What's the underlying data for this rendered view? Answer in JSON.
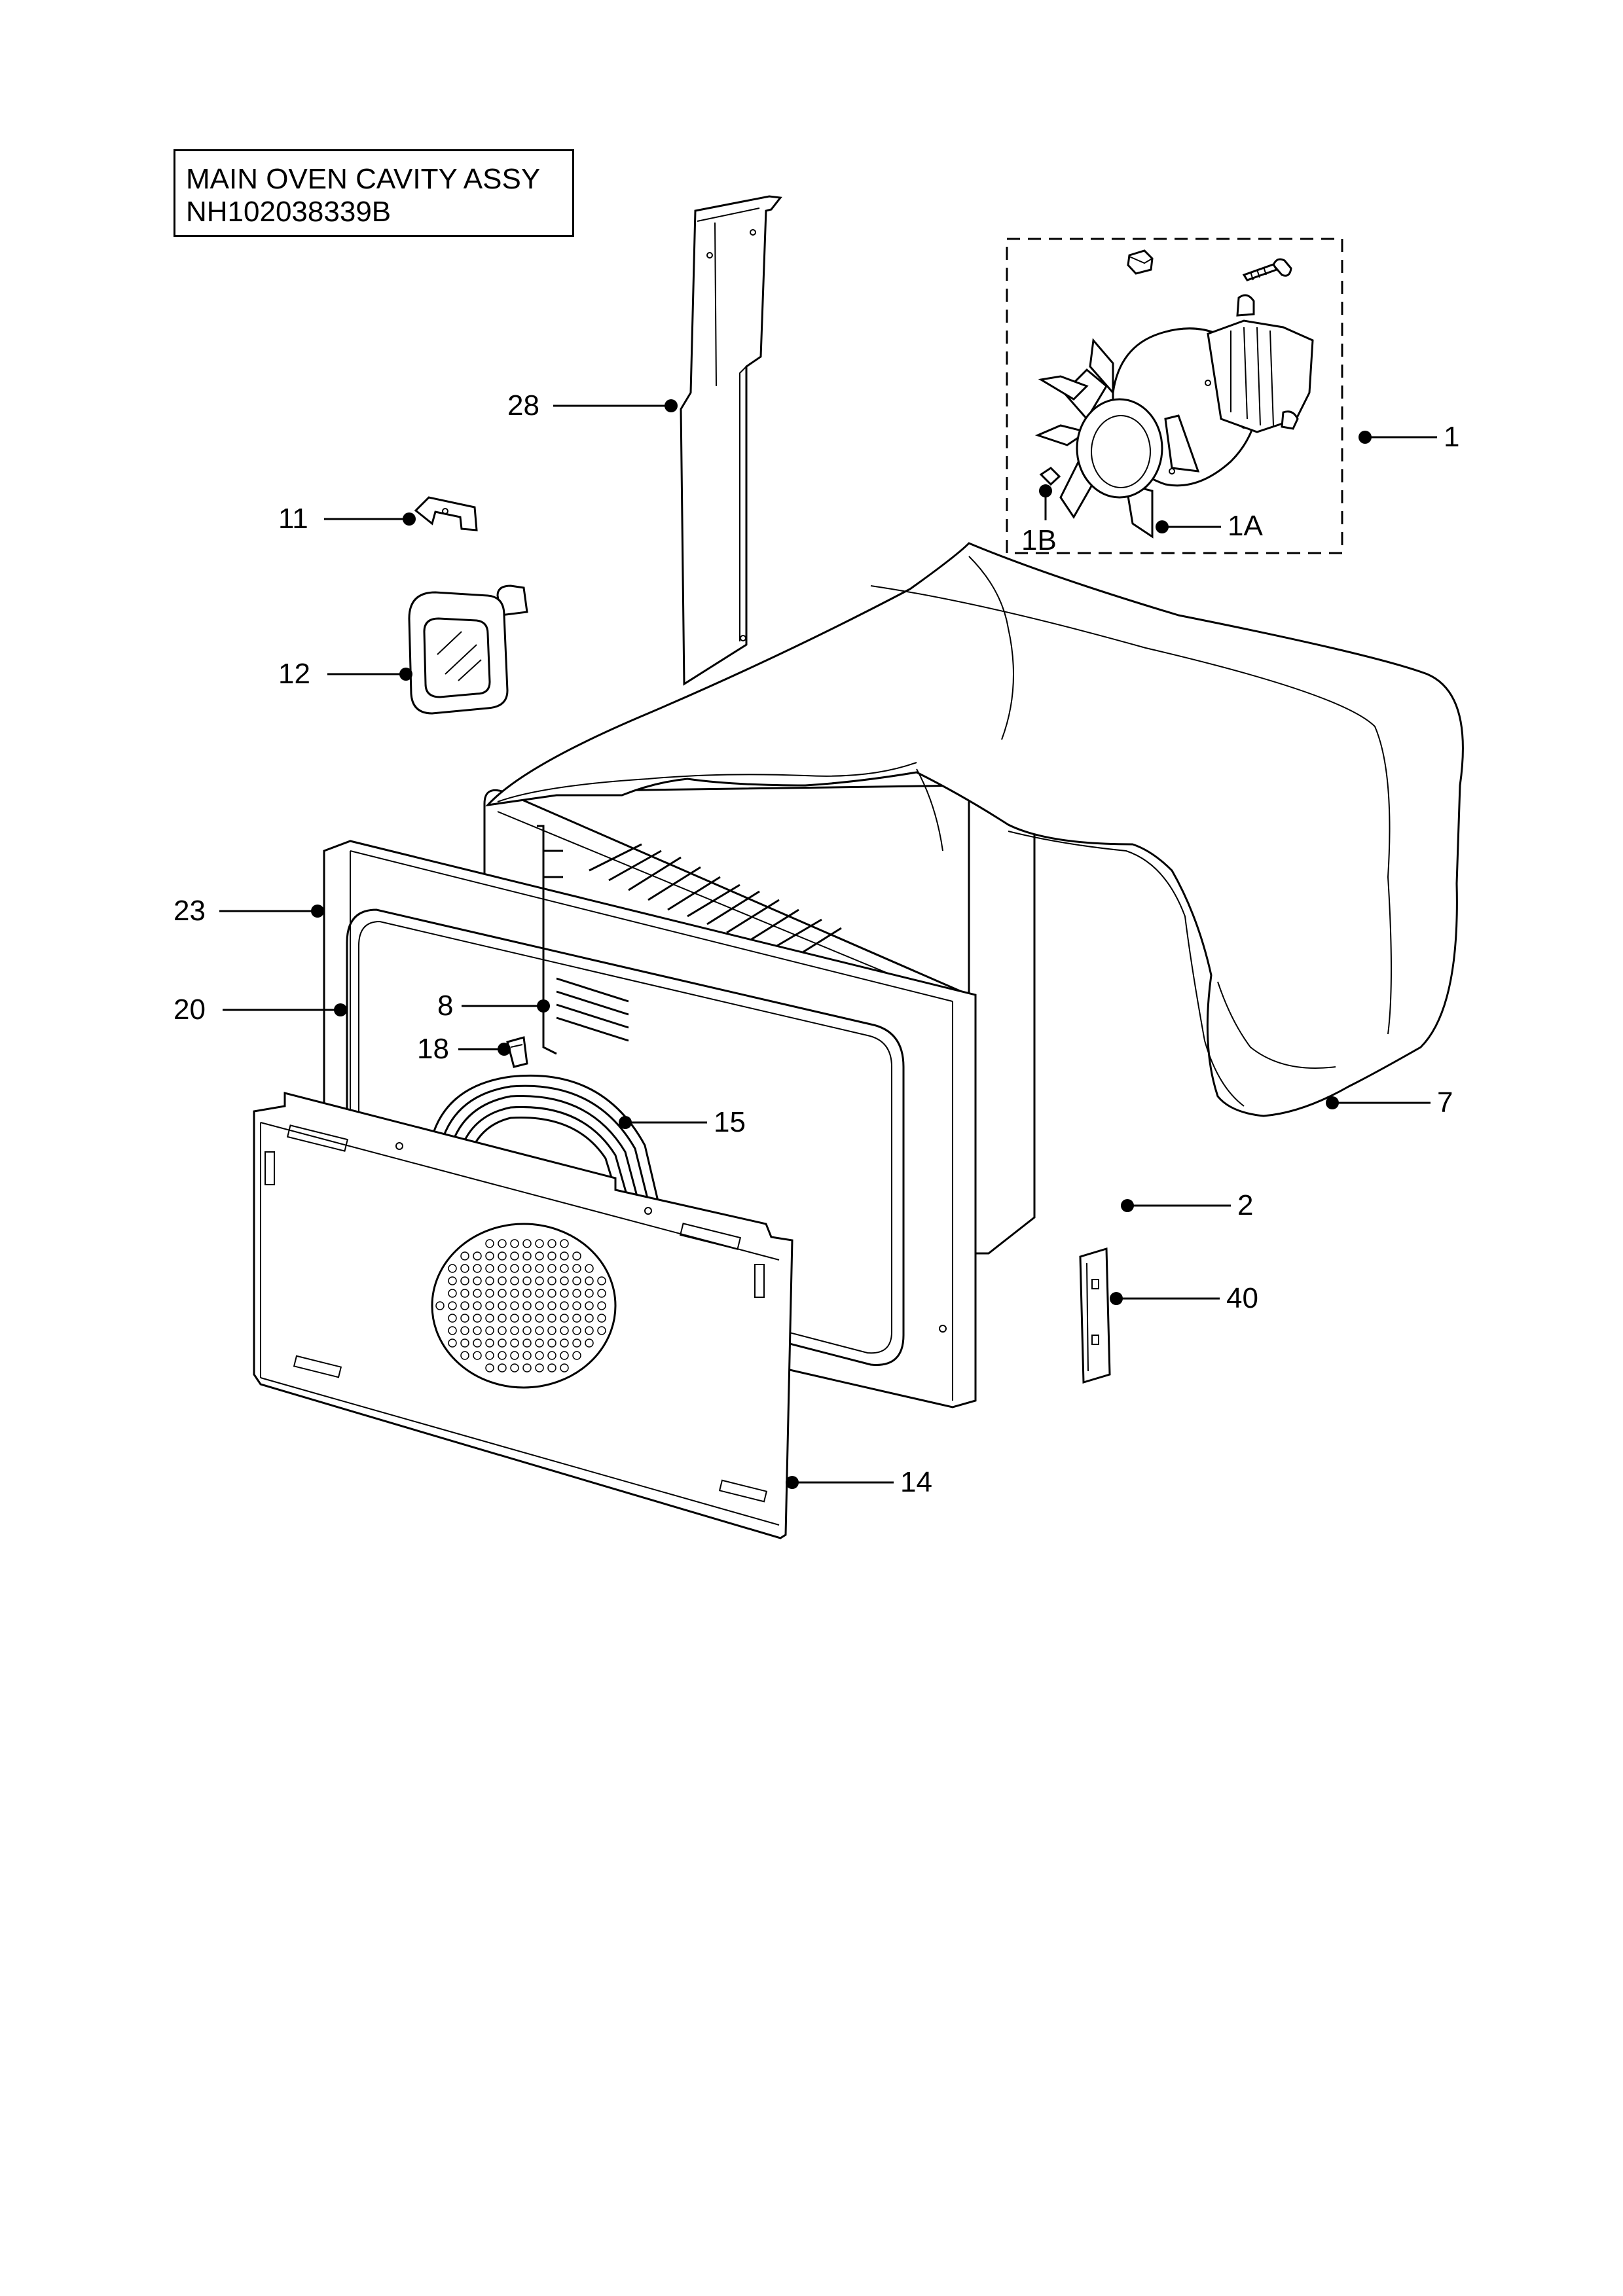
{
  "title": {
    "line1": "MAIN OVEN CAVITY ASSY",
    "line2": "NH102038339B"
  },
  "callouts": {
    "c1": "1",
    "c1A": "1A",
    "c1B": "1B",
    "c2": "2",
    "c7": "7",
    "c8": "8",
    "c11": "11",
    "c12": "12",
    "c14": "14",
    "c15": "15",
    "c18": "18",
    "c20": "20",
    "c23": "23",
    "c28": "28",
    "c40": "40"
  }
}
